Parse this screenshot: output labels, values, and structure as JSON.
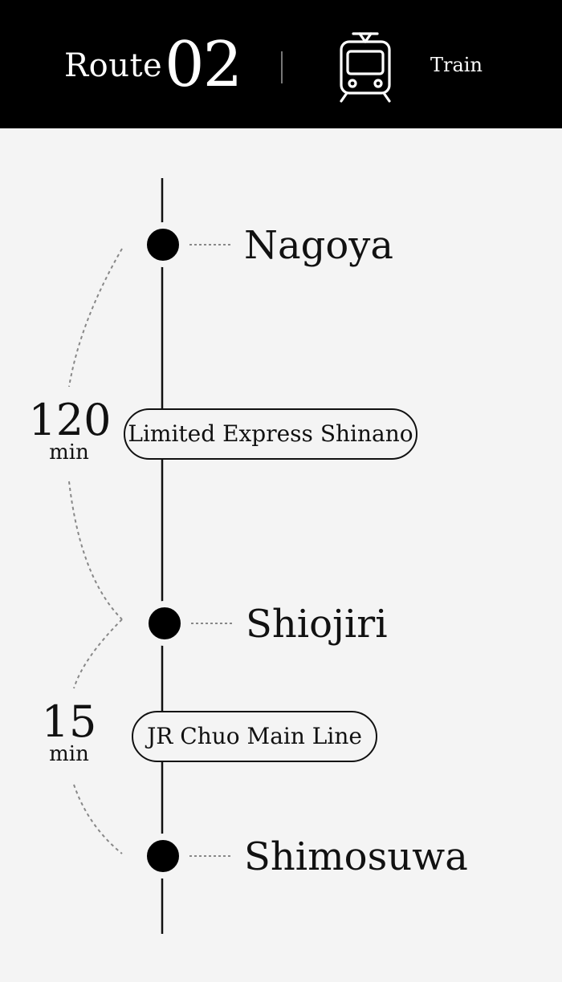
{
  "header": {
    "route_word": "Route",
    "route_number": "02",
    "mode_icon": "train-icon",
    "mode_label": "Train",
    "background": "#000000",
    "text_color": "#ffffff"
  },
  "stations": [
    {
      "name": "Nagoya"
    },
    {
      "name": "Shiojiri"
    },
    {
      "name": "Shimosuwa"
    }
  ],
  "segments": [
    {
      "line": "Limited Express Shinano",
      "duration_value": "120",
      "duration_unit": "min"
    },
    {
      "line": "JR Chuo Main Line",
      "duration_value": "15",
      "duration_unit": "min"
    }
  ],
  "colors": {
    "background": "#f4f4f4",
    "line": "#111111",
    "dashed": "#888888"
  }
}
